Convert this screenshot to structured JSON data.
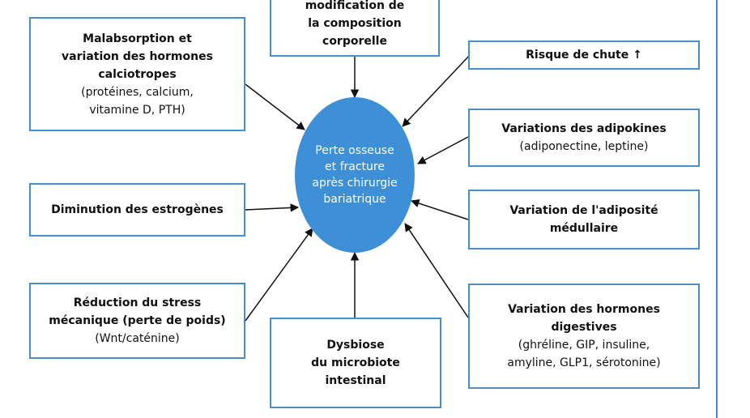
{
  "center": {
    "lines": [
      "Perte osseuse",
      "et fracture",
      "après chirurgie",
      "bariatrique"
    ],
    "color": "#3d8fd6"
  },
  "boxes": {
    "top": {
      "bold": [
        "modification de",
        "la composition",
        "corporelle"
      ],
      "normal": []
    },
    "malabsorption": {
      "bold": [
        "Malabsorption et",
        "variation des hormones",
        "calciotropes"
      ],
      "normal": [
        "(protéines, calcium,",
        "vitamine D, PTH)"
      ]
    },
    "estrogenes": {
      "bold": [
        "Diminution des estrogènes"
      ],
      "normal": []
    },
    "stress": {
      "bold": [
        "Réduction du stress",
        "mécanique (perte de poids)"
      ],
      "normal": [
        "(Wnt/caténine)"
      ]
    },
    "dysbiose": {
      "bold": [
        "Dysbiose",
        "du microbiote",
        "intestinal"
      ],
      "normal": []
    },
    "chute": {
      "bold": [
        "Risque de chute ↑"
      ],
      "normal": []
    },
    "adipokines": {
      "bold": [
        "Variations des adipokines"
      ],
      "normal": [
        "(adiponectine, leptine)"
      ]
    },
    "adiposite": {
      "bold": [
        "Variation de l'adiposité",
        "médullaire"
      ],
      "normal": []
    },
    "hormones_digestives": {
      "bold": [
        "Variation des hormones",
        "digestives"
      ],
      "normal": [
        "(ghréline, GIP, insuline,",
        "amyline, GLP1, sérotonine)"
      ]
    }
  },
  "colors": {
    "box_border": "#4a90c8",
    "arrow": "#111111"
  }
}
